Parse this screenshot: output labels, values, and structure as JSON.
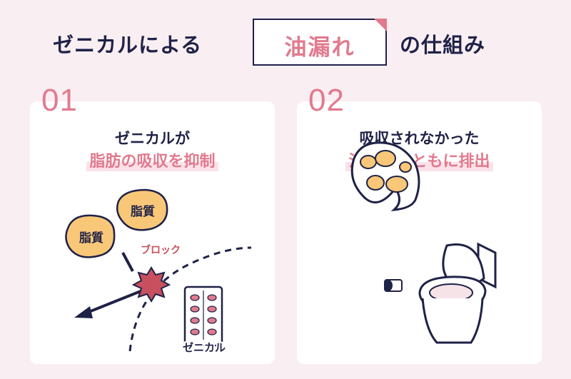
{
  "title": {
    "prefix": "ゼニカルによる",
    "highlight": "油漏れ",
    "suffix": "の仕組み"
  },
  "cards": [
    {
      "number": "01",
      "heading": "ゼニカルが",
      "subheading": "脂肪の吸収を抑制",
      "labels": {
        "fat_1": "脂質",
        "fat_2": "脂質",
        "block": "ブロック",
        "drug": "ゼニカル"
      }
    },
    {
      "number": "02",
      "heading": "吸収されなかった",
      "subheading": "油が便とともに排出"
    }
  ],
  "colors": {
    "background": "#f9eef1",
    "accent_pink": "#e17a8e",
    "navy": "#1f2247",
    "fat_orange": "#f8c778",
    "block_red": "#c8505e"
  }
}
